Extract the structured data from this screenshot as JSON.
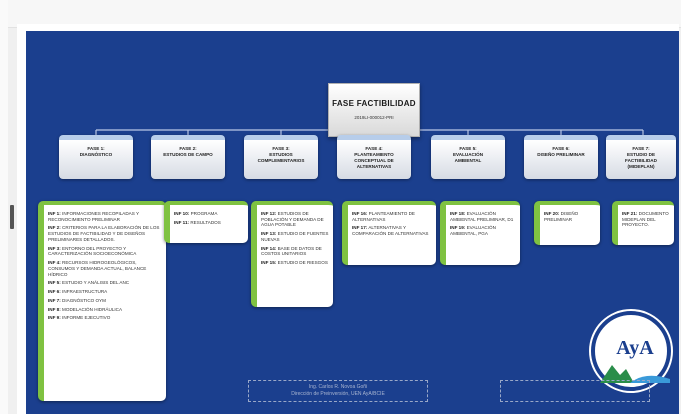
{
  "title": {
    "main": "FASE FACTIBILIDAD",
    "code": "2019LI-000012-PRI"
  },
  "phases": [
    {
      "lines": [
        "FASE 1:",
        "DIAGNÓSTICO"
      ]
    },
    {
      "lines": [
        "FASE 2:",
        "ESTUDIOS DE CAMPO"
      ]
    },
    {
      "lines": [
        "FASE 3:",
        "ESTUDIOS",
        "COMPLEMENTARIOS"
      ]
    },
    {
      "lines": [
        "FASE 4:",
        "PLANTEAMIENTO",
        "CONCEPTUAL DE",
        "ALTERNATIVAS"
      ]
    },
    {
      "lines": [
        "FASE 5:",
        "EVALUACIÓN",
        "AMBIENTAL"
      ]
    },
    {
      "lines": [
        "FASE 6:",
        "DISEÑO PRELIMINAR"
      ]
    },
    {
      "lines": [
        "FASE 7:",
        "ESTUDIO DE",
        "FACTIBILIDAD",
        "(MIDEPLAN)"
      ]
    }
  ],
  "reports": [
    [
      {
        "code": "INF 1:",
        "text": "INFORMACIONES RECOPILADAS Y RECONOCIMIENTO PRELIMINAR"
      },
      {
        "code": "INF 2:",
        "text": "CRITERIOS PARA LA ELABORACIÓN DE LOS ESTUDIOS DE FACTIBILIDAD Y DE DISEÑOS PRELIMINARES DETALLADOS."
      },
      {
        "code": "INF 3:",
        "text": "ENTORNO DEL PROYECTO Y CARACTERIZACIÓN SOCIOECONÓMICA"
      },
      {
        "code": "INF 4:",
        "text": "RECURSOS HIDROGEOLÓGICOS, CONSUMOS Y DEMANDA ACTUAL, BALANCE HÍDRICO"
      },
      {
        "code": "INF 5:",
        "text": "ESTUDIO Y ANÁLISIS DEL ANC"
      },
      {
        "code": "INF 6:",
        "text": "INFRAESTRUCTURA"
      },
      {
        "code": "INF 7:",
        "text": "DIAGNÓSTICO OYM"
      },
      {
        "code": "INF 8:",
        "text": "MODELACIÓN HIDRÁULICA"
      },
      {
        "code": "INF 9:",
        "text": "INFORME EJECUTIVO"
      }
    ],
    [
      {
        "code": "INF 10:",
        "text": "PROGRAMA"
      },
      {
        "code": "INF 11:",
        "text": "RESULTADOS"
      }
    ],
    [
      {
        "code": "INF 12:",
        "text": "ESTUDIOS DE POBLACIÓN Y DEMANDA DE AGUA POTABLE"
      },
      {
        "code": "INF 13:",
        "text": "ESTUDIO DE FUENTES NUEVAS"
      },
      {
        "code": "INF 14:",
        "text": "BASE DE DATOS DE COSTOS UNITARIOS"
      },
      {
        "code": "INF 15:",
        "text": "ESTUDIO DE RIESGOS"
      }
    ],
    [
      {
        "code": "INF 16:",
        "text": "PLANTEAMIENTO DE ALTERNATIVAS"
      },
      {
        "code": "INF 17:",
        "text": "ALTERNATIVAS Y COMPARACIÓN DE ALTERNATIVAS"
      }
    ],
    [
      {
        "code": "INF 18:",
        "text": "EVALUACIÓN AMBIENTAL PRELIMINAR, D1"
      },
      {
        "code": "INF 19:",
        "text": "EVALUACIÓN AMBIENTAL, PGA"
      }
    ],
    [
      {
        "code": "INF 20:",
        "text": "DISEÑO PRELIMINAR"
      }
    ],
    [
      {
        "code": "INF 21:",
        "text": "DOCUMENTO MIDEPLAN DEL PROYECTO."
      }
    ]
  ],
  "logo": {
    "text": "AyA"
  },
  "footer": {
    "line1": "Ing. Carlos R. Novoa Goñi",
    "line2": "Dirección de Preinversión, UEN AyA/BCIE"
  },
  "colors": {
    "slide_background": "#1b3f8e",
    "box_accent": "#7fc241",
    "phase_header_accent": "#b7cdea"
  }
}
